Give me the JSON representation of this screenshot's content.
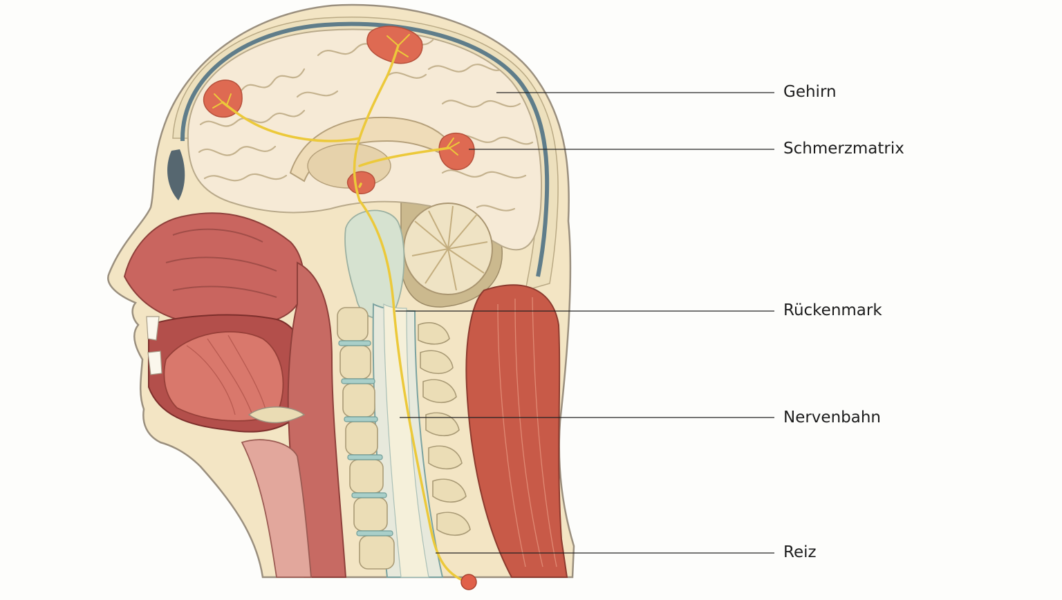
{
  "labels": {
    "brain": "Gehirn",
    "pain_matrix": "Schmerzmatrix",
    "spinal_cord": "Rückenmark",
    "nerve_pathway": "Nervenbahn",
    "stimulus": "Reiz"
  },
  "colors": {
    "background": "#fdfdfb",
    "skin": "#f3e5c4",
    "skin_outline": "#9a8f7e",
    "skull": "#ede0bd",
    "dura": "#5f7d8a",
    "brain": "#f6ead6",
    "brain_outline": "#b8a98a",
    "pain_area": "#de6a52",
    "nerve": "#ecc93a",
    "mucosa": "#c9655f",
    "muscle": "#c85a48",
    "vertebra": "#ebddb6",
    "disc": "#a9cfc9",
    "leader_line": "#222222",
    "stimulus_dot": "#e0604a"
  }
}
